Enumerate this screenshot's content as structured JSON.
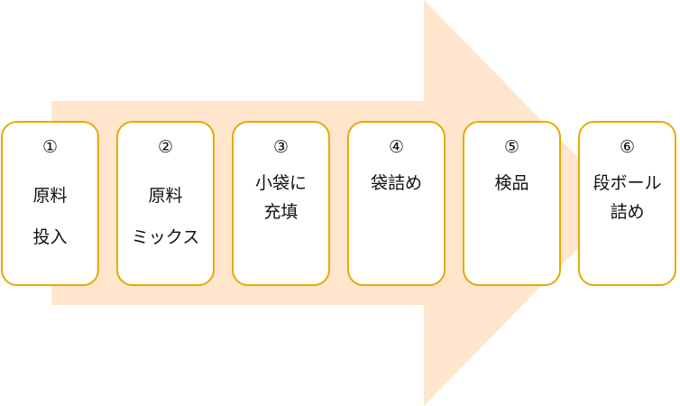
{
  "colors": {
    "arrow": "#FFE6CC",
    "border": "#E9A800"
  },
  "steps": [
    {
      "num": "①",
      "lines": [
        "原料",
        "投入"
      ]
    },
    {
      "num": "②",
      "lines": [
        "原料",
        "ミックス"
      ]
    },
    {
      "num": "③",
      "lines": [
        "小袋に",
        "充填"
      ]
    },
    {
      "num": "④",
      "lines": [
        "袋詰め",
        ""
      ]
    },
    {
      "num": "⑤",
      "lines": [
        "検品",
        ""
      ]
    },
    {
      "num": "⑥",
      "lines": [
        "段ボール",
        "詰め"
      ]
    }
  ]
}
